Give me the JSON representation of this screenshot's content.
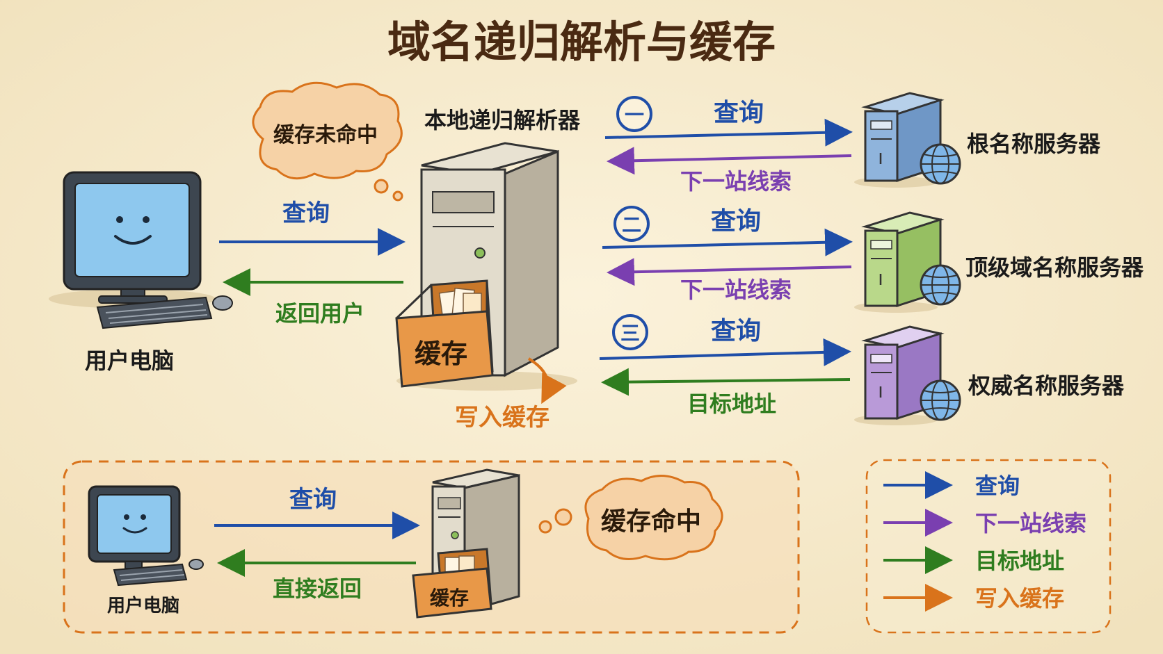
{
  "title": "域名递归解析与缓存",
  "main": {
    "user_label": "用户电脑",
    "resolver_label": "本地递归解析器",
    "cache_miss": "缓存未命中",
    "cache_label": "缓存",
    "write_cache": "写入缓存",
    "query_label": "查询",
    "return_label": "返回用户",
    "steps": [
      {
        "num": "一",
        "query": "查询",
        "reply": "下一站线索",
        "server": "根名称服务器"
      },
      {
        "num": "二",
        "query": "查询",
        "reply": "下一站线索",
        "server": "顶级域名称服务器"
      },
      {
        "num": "三",
        "query": "查询",
        "reply": "目标地址",
        "server": "权威名称服务器"
      }
    ]
  },
  "hit_box": {
    "user_label": "用户电脑",
    "query_label": "查询",
    "return_label": "直接返回",
    "cache_label": "缓存",
    "cache_hit": "缓存命中"
  },
  "legend": [
    {
      "label": "查询",
      "color": "#1f4ea8"
    },
    {
      "label": "下一站线索",
      "color": "#7a3fb0"
    },
    {
      "label": "目标地址",
      "color": "#2f7d1f"
    },
    {
      "label": "写入缓存",
      "color": "#d9731b"
    }
  ],
  "colors": {
    "query": "#1f4ea8",
    "clue": "#7a3fb0",
    "address": "#2f7d1f",
    "cache": "#d9731b",
    "title": "#4a2a12",
    "root_server": "#8fb4dc",
    "tld_server": "#b9d88a",
    "auth_server": "#b99ad8"
  }
}
